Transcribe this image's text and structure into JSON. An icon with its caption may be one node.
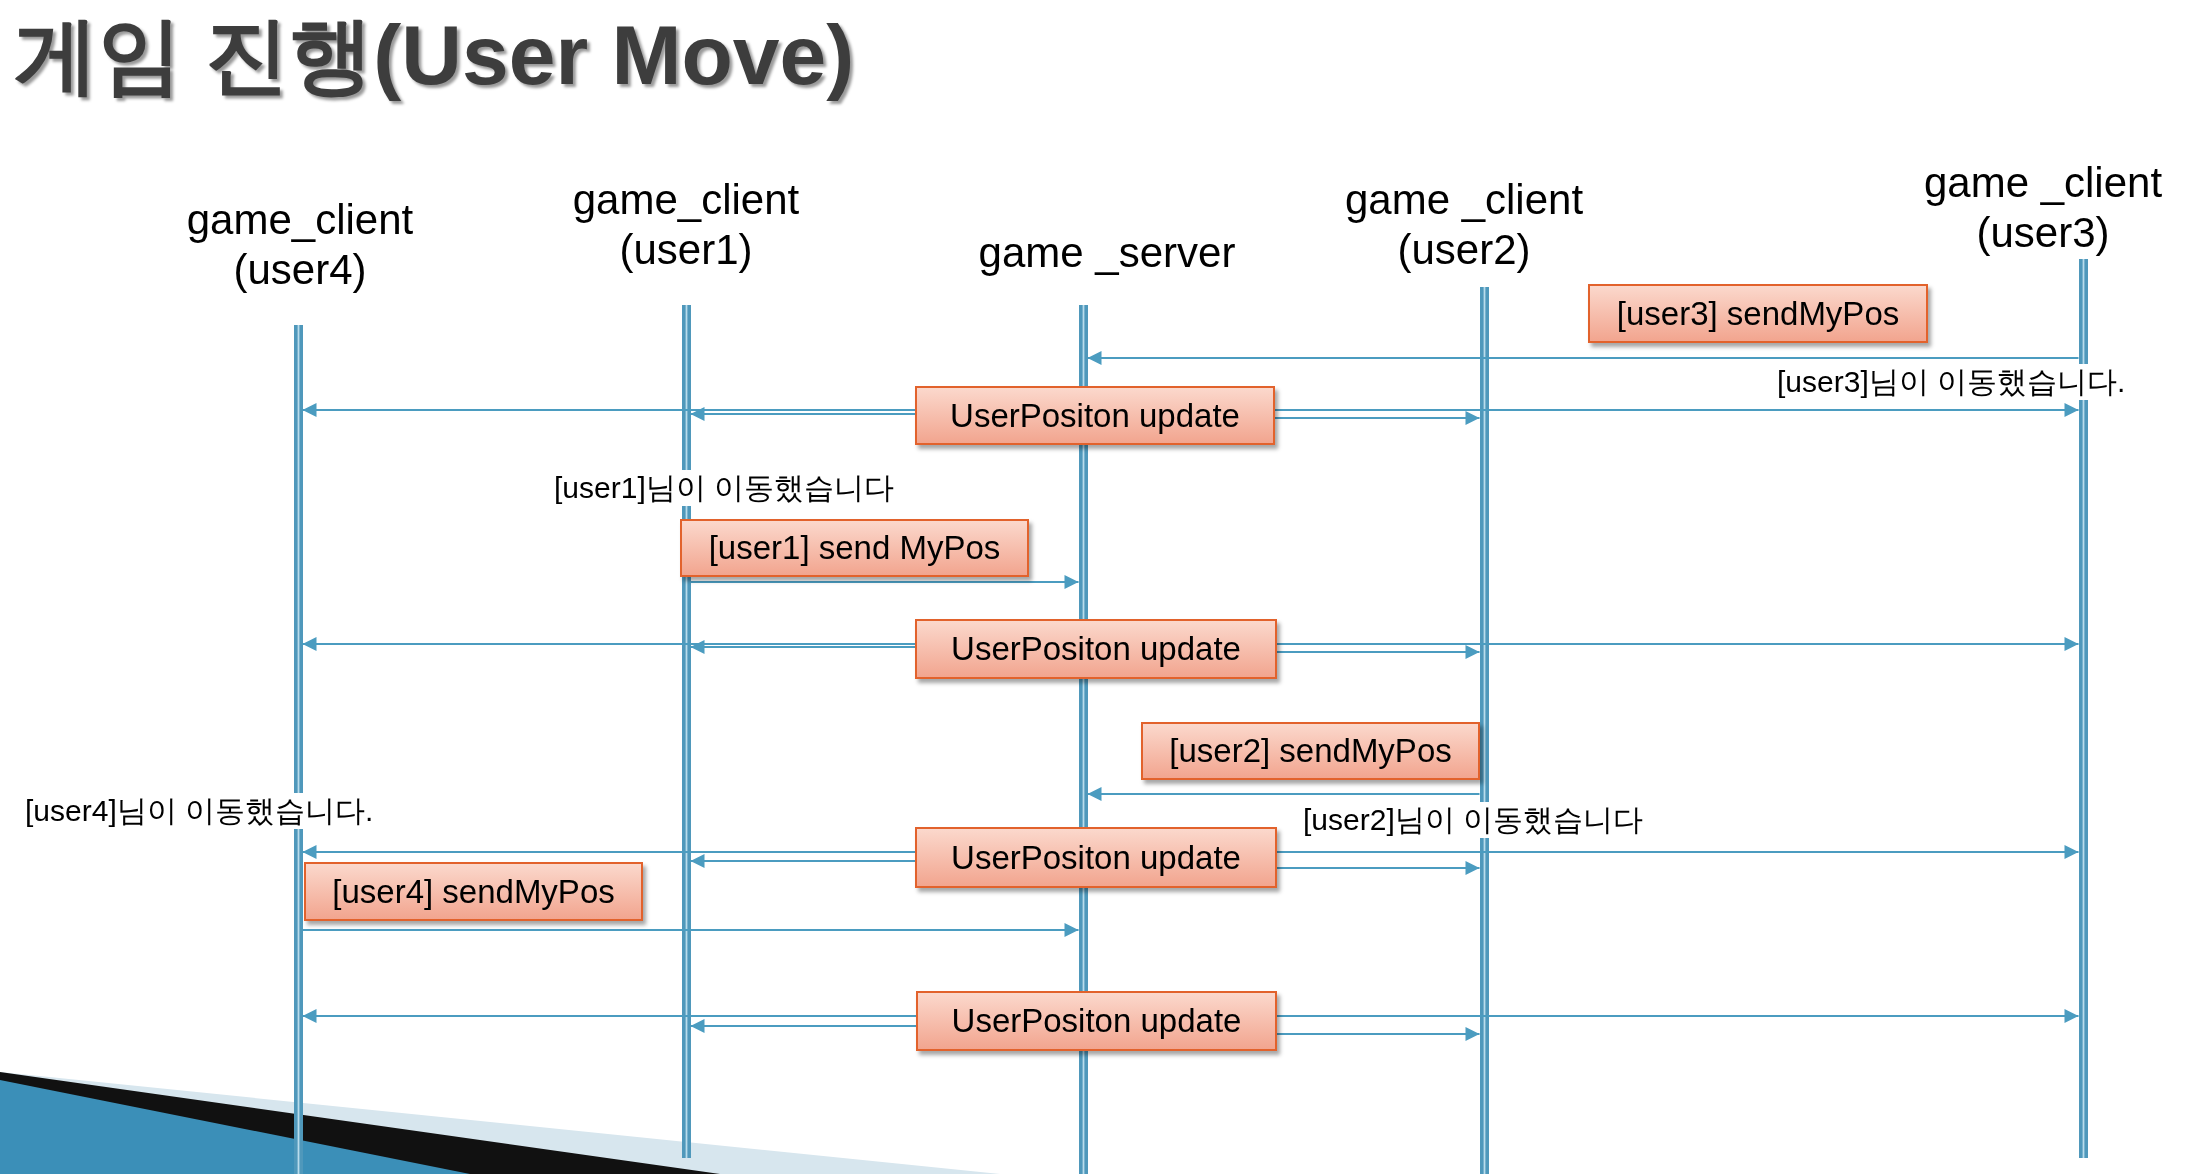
{
  "diagram": {
    "title": "게임 진행(User Move)",
    "nodes": [
      {
        "text": [],
        "shape": "bar",
        "beside": [
          "game_client (user4)"
        ]
      },
      {
        "text": [],
        "shape": "bar",
        "beside": [
          "game_client (user1)"
        ]
      },
      {
        "text": [],
        "shape": "bar",
        "beside": [
          "game _server"
        ]
      },
      {
        "text": [],
        "shape": "bar",
        "beside": [
          "game _client (user2)"
        ]
      },
      {
        "text": [],
        "shape": "bar",
        "beside": [
          "game _client (user3)"
        ]
      },
      {
        "text": [
          "[user3] sendMyPos"
        ]
      },
      {
        "text": [
          "UserPositon update"
        ]
      },
      {
        "text": [
          "[user1] send MyPos"
        ]
      },
      {
        "text": [
          "UserPositon update"
        ]
      },
      {
        "text": [
          "[user2] sendMyPos"
        ]
      },
      {
        "text": [
          "UserPositon update"
        ]
      },
      {
        "text": [
          "[user4] sendMyPos"
        ]
      },
      {
        "text": [
          "UserPositon update"
        ]
      }
    ],
    "edges": [
      {
        "from": 4,
        "to": 2,
        "arrow": "to"
      },
      {
        "from": 6,
        "to": 0,
        "arrow": "to"
      },
      {
        "from": 6,
        "to": 1,
        "arrow": "to"
      },
      {
        "from": 6,
        "to": 4,
        "arrow": "to"
      },
      {
        "from": 6,
        "to": 3,
        "arrow": "to"
      },
      {
        "from": 1,
        "to": 2,
        "arrow": "to"
      },
      {
        "from": 8,
        "to": 0,
        "arrow": "to"
      },
      {
        "from": 8,
        "to": 1,
        "arrow": "to"
      },
      {
        "from": 8,
        "to": 4,
        "arrow": "to"
      },
      {
        "from": 8,
        "to": 3,
        "arrow": "to"
      },
      {
        "from": 3,
        "to": 2,
        "arrow": "to"
      },
      {
        "from": 10,
        "to": 0,
        "arrow": "to"
      },
      {
        "from": 10,
        "to": 1,
        "arrow": "to"
      },
      {
        "from": 10,
        "to": 4,
        "arrow": "to"
      },
      {
        "from": 10,
        "to": 3,
        "arrow": "to"
      },
      {
        "from": 0,
        "to": 2,
        "arrow": "to"
      },
      {
        "from": 12,
        "to": 0,
        "arrow": "to"
      },
      {
        "from": 12,
        "to": 1,
        "arrow": "to"
      },
      {
        "from": 12,
        "to": 4,
        "arrow": "to"
      },
      {
        "from": 12,
        "to": 3,
        "arrow": "to"
      }
    ],
    "labels": [
      "[user3]님이 이동했습니다.",
      "[user1]님이 이동했습니다",
      "[user4]님이 이동했습니다.",
      "[user2]님이 이동했습니다"
    ]
  }
}
